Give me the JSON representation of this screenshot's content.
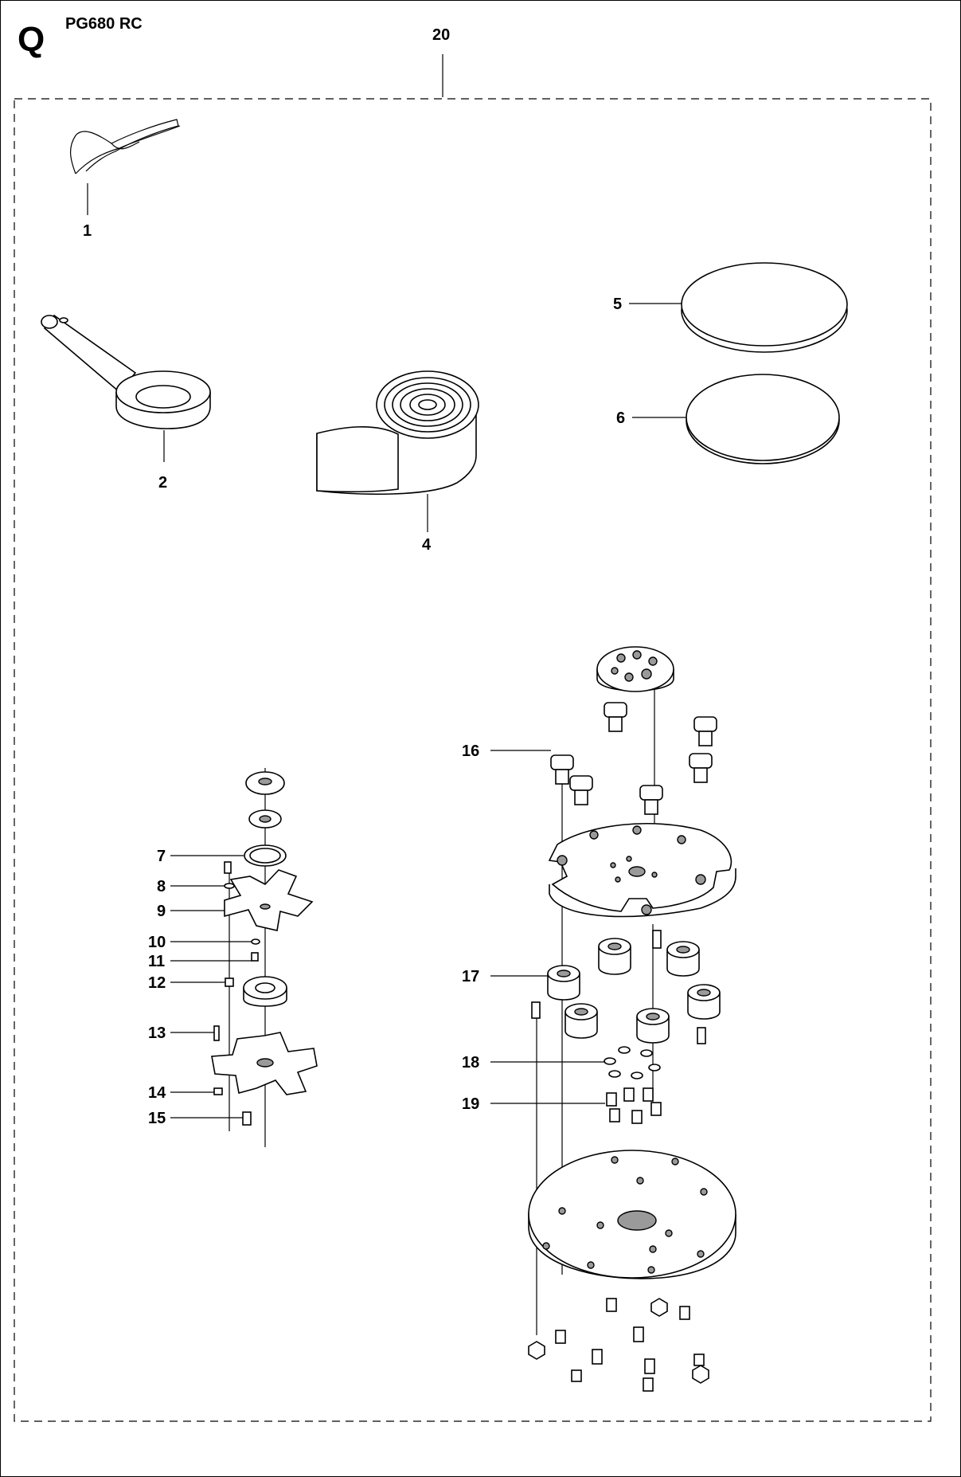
{
  "header": {
    "section_letter": "Q",
    "model": "PG680 RC",
    "assembly_number": "20"
  },
  "parts": [
    {
      "number": "1",
      "name": "clip"
    },
    {
      "number": "2",
      "name": "eye-bolt"
    },
    {
      "number": "4",
      "name": "tape-roll"
    },
    {
      "number": "5",
      "name": "disc-pad"
    },
    {
      "number": "6",
      "name": "disc"
    },
    {
      "number": "7",
      "name": "ring"
    },
    {
      "number": "8",
      "name": "washer"
    },
    {
      "number": "9",
      "name": "star-plate"
    },
    {
      "number": "10",
      "name": "washer"
    },
    {
      "number": "11",
      "name": "screw"
    },
    {
      "number": "12",
      "name": "nut"
    },
    {
      "number": "13",
      "name": "screw"
    },
    {
      "number": "14",
      "name": "nut"
    },
    {
      "number": "15",
      "name": "screw"
    },
    {
      "number": "16",
      "name": "peg"
    },
    {
      "number": "17",
      "name": "rubber-bushing"
    },
    {
      "number": "18",
      "name": "washer"
    },
    {
      "number": "19",
      "name": "screw"
    }
  ]
}
